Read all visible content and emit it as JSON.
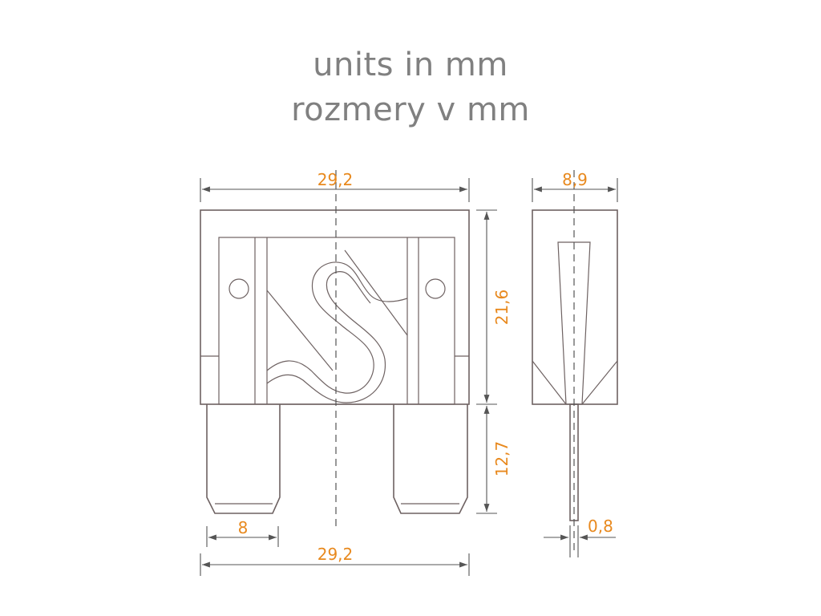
{
  "title": {
    "line1": "units in mm",
    "line2": "rozmery v mm"
  },
  "dimensions": {
    "front_width_top": "29,2",
    "front_width_bottom": "29,2",
    "pin_width": "8",
    "body_height": "21,6",
    "pin_height": "12,7",
    "side_width": "8,9",
    "blade_thickness": "0,8"
  },
  "colors": {
    "outline": "#6e6262",
    "dimension_text": "#e8891e",
    "title_text": "#808080"
  }
}
